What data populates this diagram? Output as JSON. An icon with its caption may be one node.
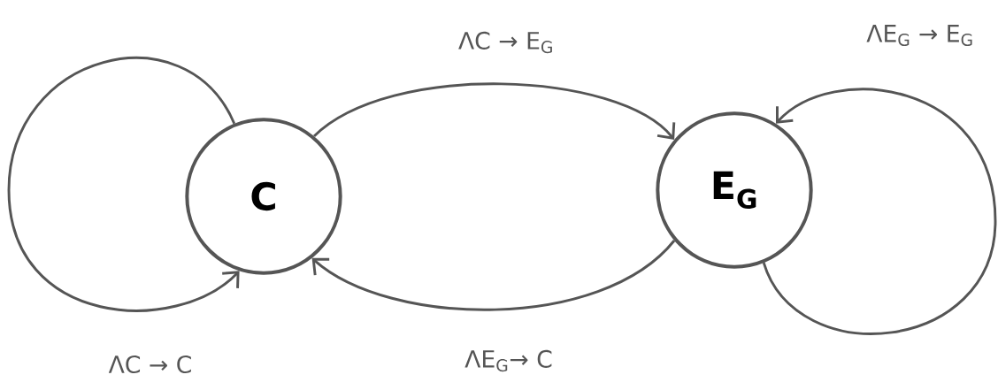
{
  "diagram": {
    "nodes": [
      {
        "text": [
          "C"
        ]
      },
      {
        "text": [
          "E$_{G}$"
        ]
      }
    ],
    "edges": [
      {
        "from": 0,
        "to": 0,
        "arrow": "to",
        "label": "ΛC → C"
      },
      {
        "from": 0,
        "to": 1,
        "arrow": "to",
        "label": "ΛC → E$_{G}$"
      },
      {
        "from": 1,
        "to": 1,
        "arrow": "to",
        "label": "ΛE$_{G}$ → E$_{G}$"
      },
      {
        "from": 1,
        "to": 0,
        "arrow": "to",
        "label": "ΛE$_{G}$→ C"
      }
    ]
  }
}
